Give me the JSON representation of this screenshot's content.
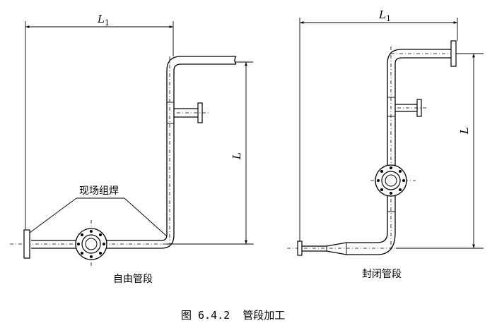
{
  "left_diagram": {
    "dim_width": "L1",
    "dim_height": "L",
    "callout": "现场组焊",
    "caption": "自由管段"
  },
  "right_diagram": {
    "dim_width": "L1",
    "dim_height": "L",
    "caption": "封闭管段"
  },
  "figure_caption": "图 6.4.2  管段加工"
}
